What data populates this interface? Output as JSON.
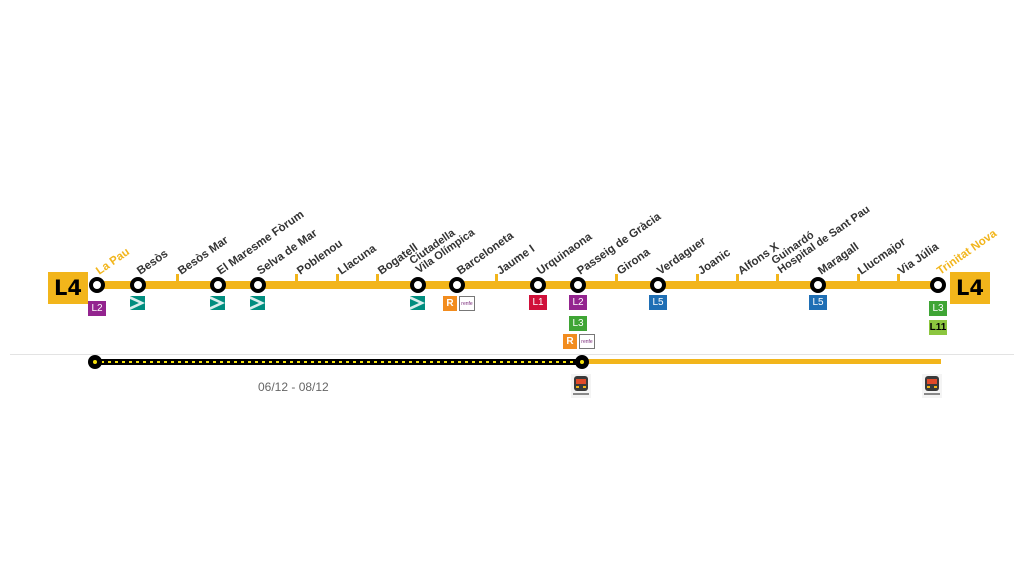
{
  "line": {
    "code": "L4",
    "color": "#f2b51b"
  },
  "stations": [
    {
      "name": "La Pau",
      "terminus": true
    },
    {
      "name": "Besòs"
    },
    {
      "name": "Besòs Mar"
    },
    {
      "name": "El Maresme Fòrum"
    },
    {
      "name": "Selva de Mar"
    },
    {
      "name": "Poblenou"
    },
    {
      "name": "Llacuna"
    },
    {
      "name": "Bogatell"
    },
    {
      "name": "Ciutadella\nVila Olímpica"
    },
    {
      "name": "Barceloneta"
    },
    {
      "name": "Jaume I"
    },
    {
      "name": "Urquinaona"
    },
    {
      "name": "Passeig de Gràcia"
    },
    {
      "name": "Girona"
    },
    {
      "name": "Verdaguer"
    },
    {
      "name": "Joanic"
    },
    {
      "name": "Alfons X"
    },
    {
      "name": "Guinardó\nHospital de Sant Pau"
    },
    {
      "name": "Maragall"
    },
    {
      "name": "Llucmajor"
    },
    {
      "name": "Via Júlia"
    },
    {
      "name": "Trinitat Nova",
      "terminus": true
    }
  ],
  "interchanges": {
    "L1": {
      "label": "L1",
      "color": "#d0103a"
    },
    "L2": {
      "label": "L2",
      "color": "#93248f"
    },
    "L3": {
      "label": "L3",
      "color": "#3fa535"
    },
    "L5": {
      "label": "L5",
      "color": "#1f6fb5"
    },
    "L11": {
      "label": "L11",
      "color": "#8cc63f"
    },
    "R": {
      "label": "R",
      "color": "#f28c1e"
    },
    "tram_color": "#008d7f"
  },
  "closure": {
    "dates": "06/12 - 08/12"
  },
  "icons": [
    "tram-icon",
    "rodalies-icon",
    "renfe-logo",
    "train-icon"
  ]
}
